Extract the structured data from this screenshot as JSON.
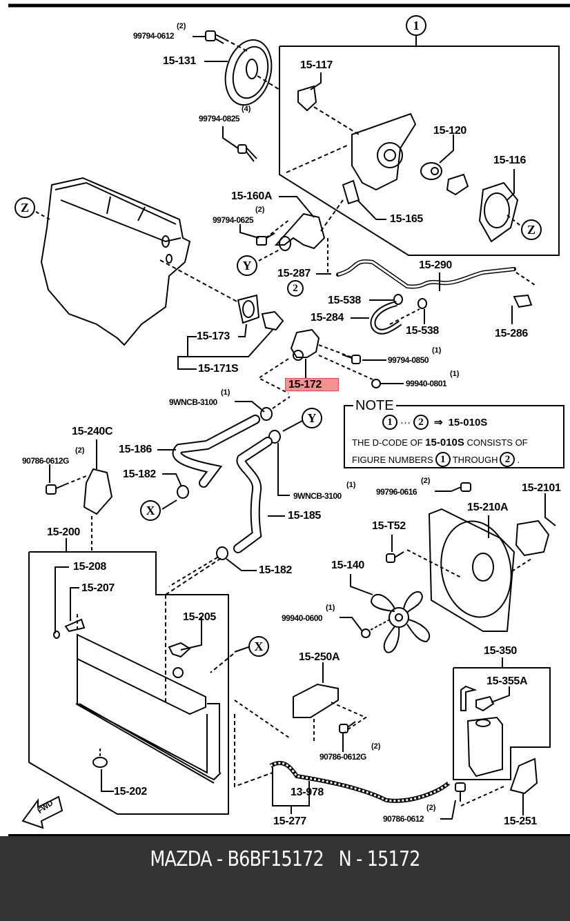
{
  "diagram": {
    "title": "Mazda cooling system parts diagram",
    "highlighted_part": "15-172",
    "highlight_color": "#f06464",
    "circle_refs": {
      "group1": "1",
      "group2": "2",
      "z_top": "Z",
      "z_left": "Z",
      "y_upper": "Y",
      "y_lower": "Y",
      "x_left": "X",
      "x_right": "X"
    },
    "labels": {
      "p99794_0612": "99794-0612",
      "p99794_0612_qty": "(2)",
      "p15_131": "15-131",
      "p99794_0825a": "99794-0825",
      "p99794_0825a_qty": "(4)",
      "p15_117": "15-117",
      "p15_120": "15-120",
      "p15_116": "15-116",
      "p15_165": "15-165",
      "p15_160A": "15-160A",
      "p99794_0825b": "99794-0625",
      "p99794_0825b_qty": "(2)",
      "p15_287": "15-287",
      "p15_290": "15-290",
      "p15_538a": "15-538",
      "p15_538b": "15-538",
      "p15_284": "15-284",
      "p15_286": "15-286",
      "p15_173": "15-173",
      "p15_171S": "15-171S",
      "p15_172": "15-172",
      "p99794_0850": "99794-0850",
      "p99794_0850_qty": "(1)",
      "p99940_0801": "99940-0801",
      "p99940_0801_qty": "(1)",
      "p9WNCB_3100a": "9WNCB-3100",
      "p9WNCB_3100a_qty": "(1)",
      "p9WNCB_3100b": "9WNCB-3100",
      "p9WNCB_3100b_qty": "(1)",
      "p15_240C": "15-240C",
      "p90786_0612G_a": "90786-0612G",
      "p90786_0612G_a_qty": "(2)",
      "p15_186": "15-186",
      "p15_182a": "15-182",
      "p15_182b": "15-182",
      "p15_185": "15-185",
      "p15_200": "15-200",
      "p15_208": "15-208",
      "p15_207": "15-207",
      "p15_205": "15-205",
      "p15_202": "15-202",
      "p99796_0616": "99796-0616",
      "p99796_0616_qty": "(2)",
      "p15_2101": "15-2101",
      "p15_210A": "15-210A",
      "p15_T52": "15-T52",
      "p15_140": "15-140",
      "p99940_0600": "99940-0600",
      "p99940_0600_qty": "(1)",
      "p15_250A": "15-250A",
      "p90786_0612G_b": "90786-0612G",
      "p90786_0612G_b_qty": "(2)",
      "p15_350": "15-350",
      "p15_355A": "15-355A",
      "p13_978": "13-978",
      "p15_277": "15-277",
      "p90786_0612": "90786-0612",
      "p90786_0612_qty": "(2)",
      "p15_251": "15-251"
    },
    "fwd_arrow": "FWD"
  },
  "note": {
    "title": "NOTE",
    "circle_from": "1",
    "ellipsis": "···",
    "circle_to": "2",
    "arrow": "⇒",
    "code": "15-010S",
    "line2_prefix": "THE D-CODE OF ",
    "line2_code": "15-010S",
    "line2_suffix": " CONSISTS OF",
    "line3_prefix": "FIGURE NUMBERS",
    "line3_mid": "THROUGH",
    "line3_end": "."
  },
  "footer": {
    "text": "MAZDA - B6BF15172   N - 15172",
    "background": "#333333",
    "text_color": "#ffffff"
  }
}
